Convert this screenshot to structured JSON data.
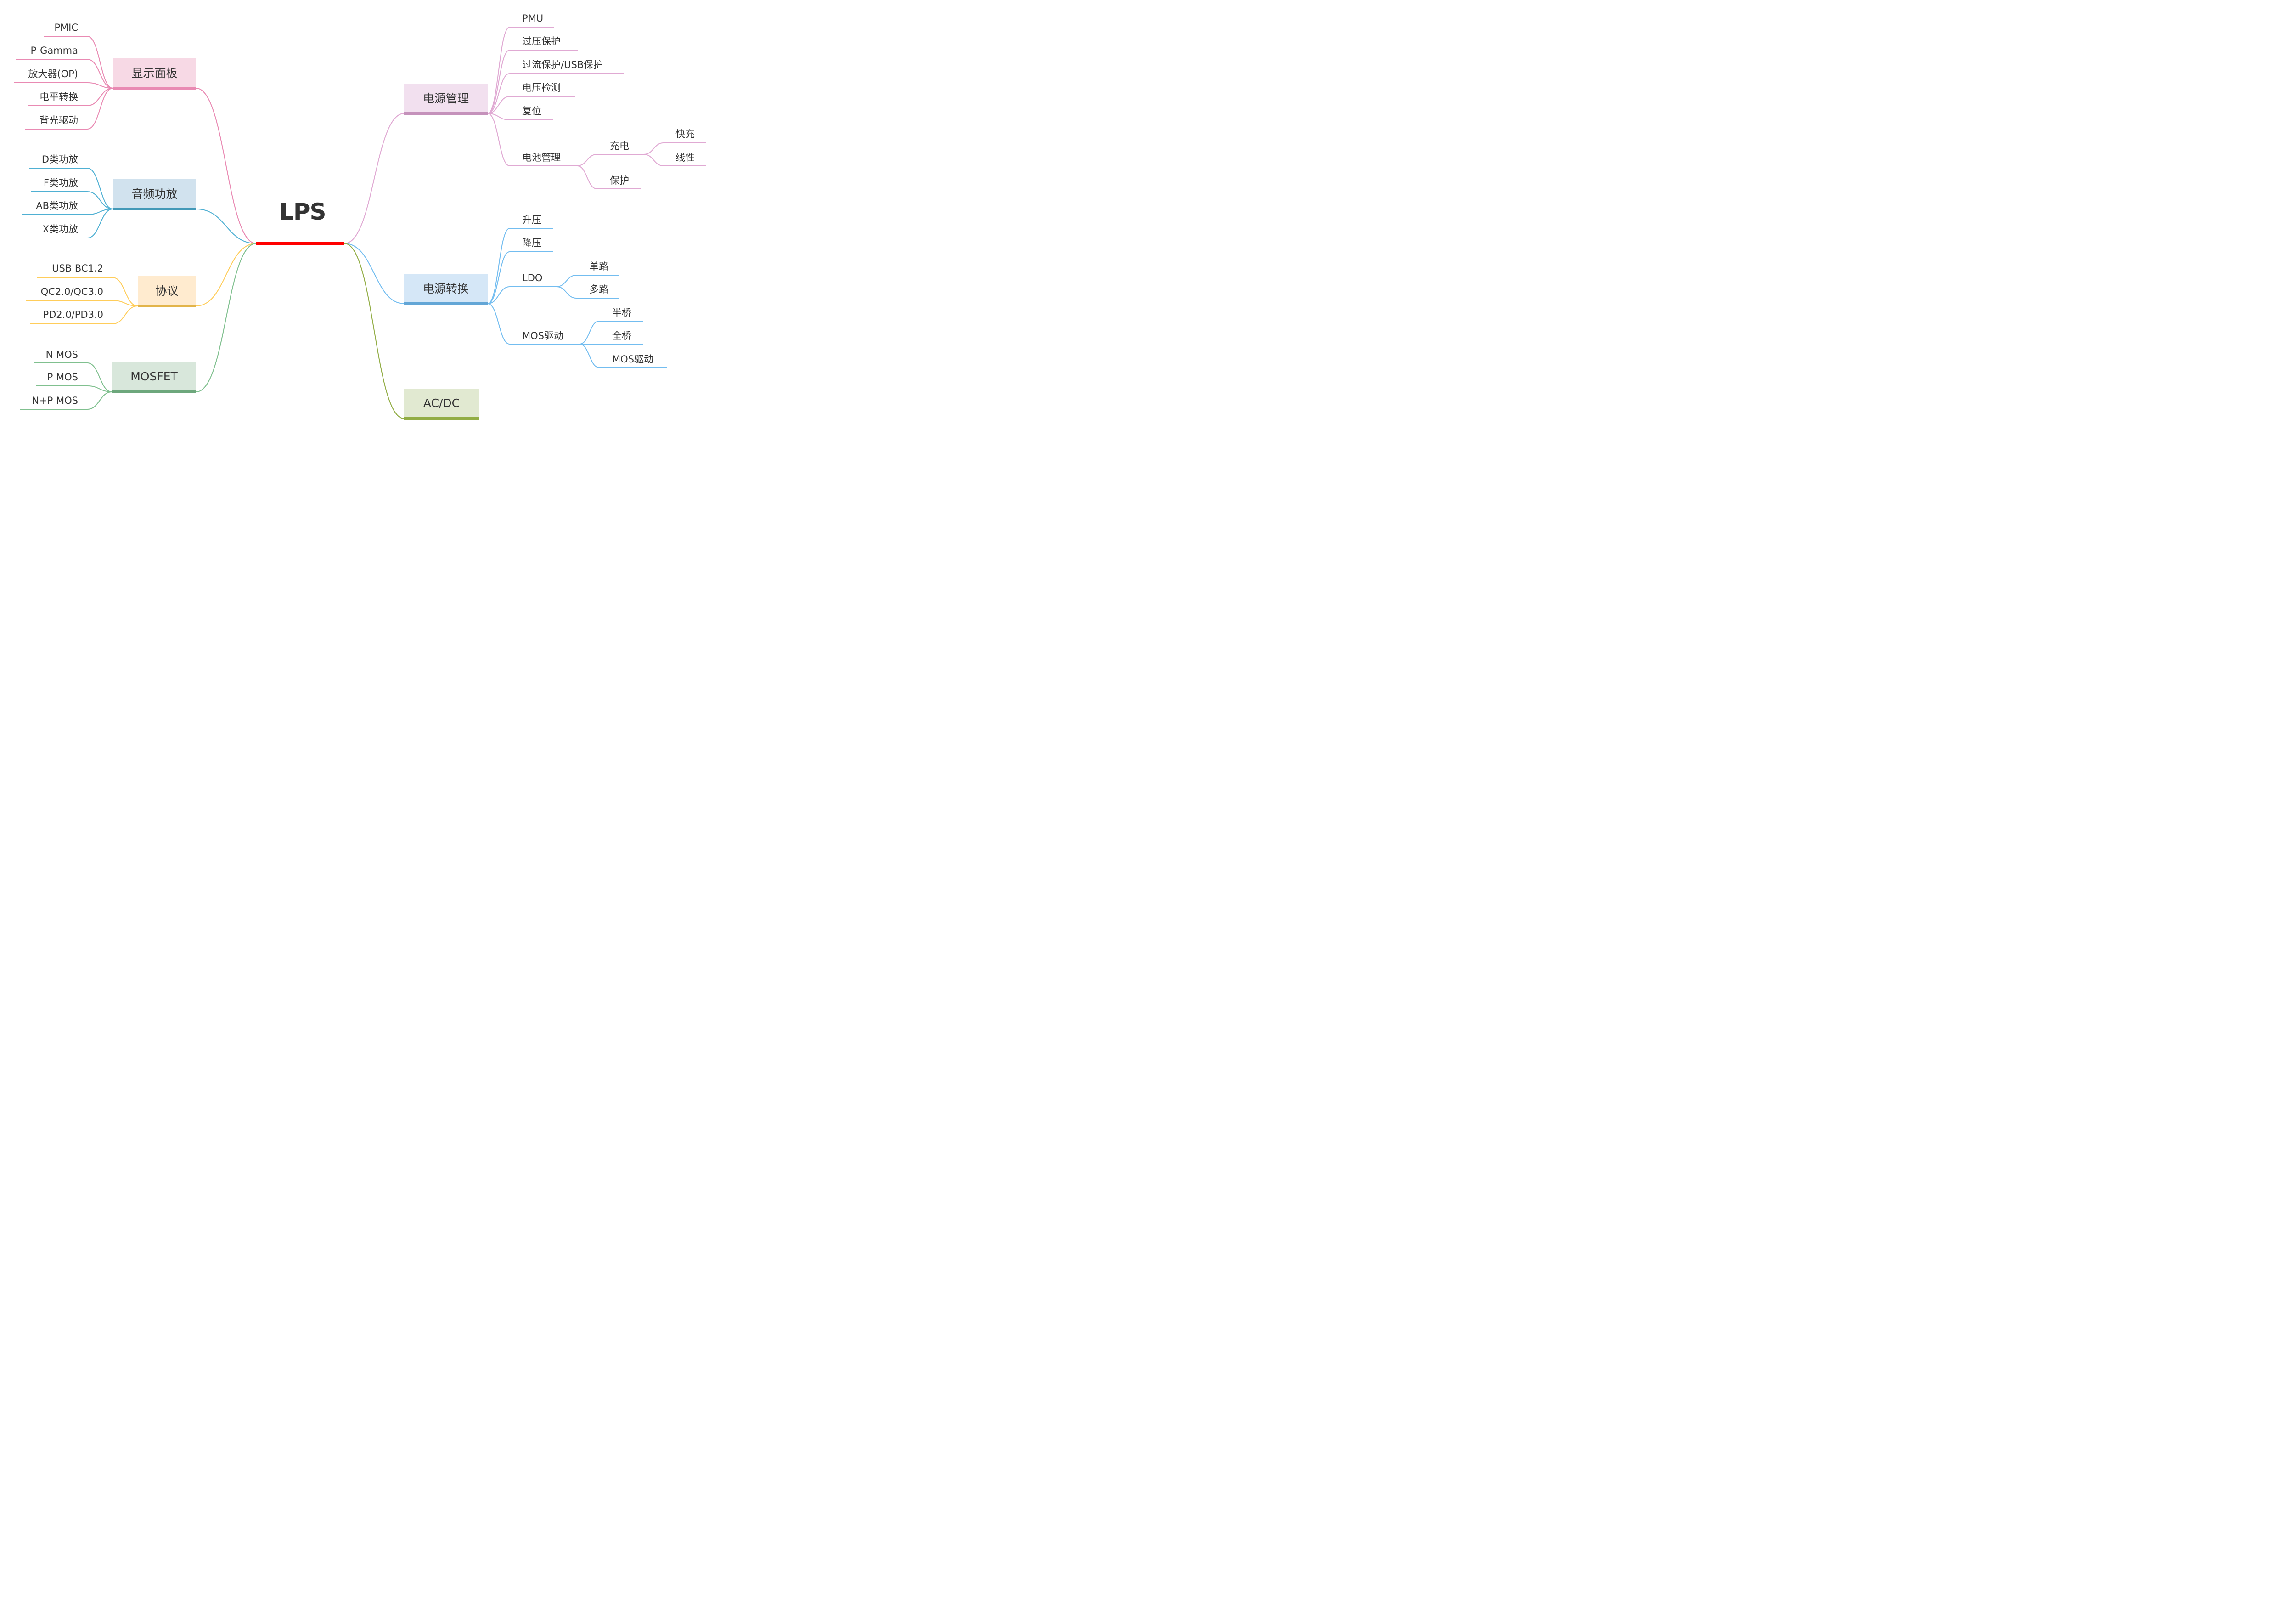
{
  "root": {
    "label": "LPS",
    "color": "#ff0000"
  },
  "left_branches": [
    {
      "id": "display",
      "label": "显示面板",
      "fill": "#f7d9e5",
      "bar": "#e98ab3",
      "line": "#e98ab3",
      "children": [
        "PMIC",
        "P-Gamma",
        "放大器(OP)",
        "电平转换",
        "背光驱动"
      ]
    },
    {
      "id": "audio",
      "label": "音频功放",
      "fill": "#d1e2ee",
      "bar": "#4399b8",
      "line": "#4fb0d3",
      "children": [
        "D类功放",
        "F类功放",
        "AB类功放",
        "X类功放"
      ]
    },
    {
      "id": "protocol",
      "label": "协议",
      "fill": "#ffebcf",
      "bar": "#e2b44a",
      "line": "#ffcd5a",
      "children": [
        "USB BC1.2",
        "QC2.0/QC3.0",
        "PD2.0/PD3.0"
      ]
    },
    {
      "id": "mosfet",
      "label": "MOSFET",
      "fill": "#d8e7db",
      "bar": "#6da77c",
      "line": "#80c08f",
      "children": [
        "N MOS",
        "P MOS",
        "N+P MOS"
      ]
    }
  ],
  "right_branches": [
    {
      "id": "power-mgmt",
      "label": "电源管理",
      "fill": "#f2e0ef",
      "bar": "#c592bb",
      "line": "#e0a9d3",
      "children": [
        {
          "label": "PMU"
        },
        {
          "label": "过压保护"
        },
        {
          "label": "过流保护/USB保护"
        },
        {
          "label": "电压检测"
        },
        {
          "label": "复位"
        },
        {
          "label": "电池管理",
          "children": [
            {
              "label": "充电",
              "children": [
                {
                  "label": "快充"
                },
                {
                  "label": "线性"
                }
              ]
            },
            {
              "label": "保护"
            }
          ]
        }
      ]
    },
    {
      "id": "power-conv",
      "label": "电源转换",
      "fill": "#d5e7f7",
      "bar": "#63a6d6",
      "line": "#73bdf0",
      "children": [
        {
          "label": "升压"
        },
        {
          "label": "降压"
        },
        {
          "label": "LDO",
          "children": [
            {
              "label": "单路"
            },
            {
              "label": "多路"
            }
          ]
        },
        {
          "label": "MOS驱动",
          "children": [
            {
              "label": "半桥"
            },
            {
              "label": "全桥"
            },
            {
              "label": "MOS驱动"
            }
          ]
        }
      ]
    },
    {
      "id": "acdc",
      "label": "AC/DC",
      "fill": "#e1e9d1",
      "bar": "#92ad45",
      "line": "#92ad45",
      "children": []
    }
  ]
}
